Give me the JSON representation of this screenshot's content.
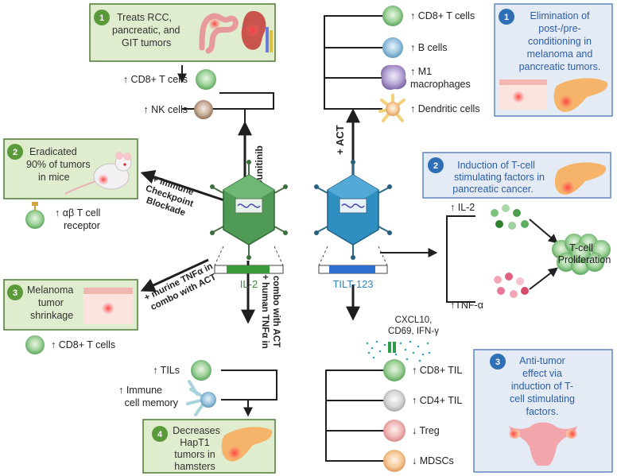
{
  "il2": {
    "name": "IL-2",
    "boxes": [
      {
        "num": "1",
        "lines": [
          "Treats RCC,",
          "pancreatic, and",
          "GIT tumors"
        ]
      },
      {
        "num": "2",
        "lines": [
          "Eradicated",
          "90% of tumors",
          "in mice"
        ]
      },
      {
        "num": "3",
        "lines": [
          "Melanoma",
          "tumor",
          "shrinkage"
        ]
      },
      {
        "num": "4",
        "lines": [
          "Decreases",
          "HapT1",
          "tumors in",
          "hamsters"
        ]
      }
    ],
    "arrows": {
      "sunitinib": "+ Sunitinib",
      "checkpoint": [
        "+ Immune",
        "Checkpoint",
        "Blockade"
      ],
      "murine": [
        "+ murine TNFα in",
        "combo with ACT"
      ],
      "human": [
        "+ human TNFα in",
        "combo with ACT"
      ]
    },
    "cells": {
      "cd8_top": "↑ CD8+ T cells",
      "nk": "↑ NK cells",
      "ab_line1": "↑ αβ T cell",
      "ab_line2": "receptor",
      "cd8_mid": "↑ CD8+ T cells",
      "tils": "↑ TILs",
      "memory_line1": "↑ Immune",
      "memory_line2": "cell memory"
    }
  },
  "tilt": {
    "name": "TILT-123",
    "act": "+ ACT",
    "boxes": [
      {
        "num": "1",
        "lines": [
          "Elimination of",
          "post-/pre-",
          "conditioning in",
          "melanoma and",
          "pancreatic tumors."
        ]
      },
      {
        "num": "2",
        "lines": [
          "Induction of T-cell",
          "stimulating factors in",
          "pancreatic cancer."
        ]
      },
      {
        "num": "3",
        "lines": [
          "Anti-tumor",
          "effect via",
          "induction of T-",
          "cell stimulating",
          "factors."
        ]
      }
    ],
    "top_cells": [
      "↑ CD8+ T cells",
      "↑ B cells",
      "↑ M1",
      "macrophages",
      "↑ Dendritic cells"
    ],
    "cytokines": {
      "il2": "↑ IL-2",
      "tnf": "↑TNF-α"
    },
    "proliferation": [
      "T-cell",
      "Proliferation"
    ],
    "secreted": [
      "CXCL10,",
      "CD69, IFN-γ"
    ],
    "bottom_cells": [
      "↑ CD8+ TIL",
      "↑ CD4+ TIL",
      "↓ Treg",
      "↓ MDSCs"
    ]
  },
  "colors": {
    "green_box_fill": "#dfeccd",
    "green_box_border": "#4e7a35",
    "green_num": "#5a9a3a",
    "blue_box_fill": "#e4ebf5",
    "blue_box_border": "#5f86c2",
    "blue_num": "#2f6fb5",
    "blue_text": "#2b5ea8",
    "il2_label": "#3d8a3d",
    "tilt_label": "#2a86c7"
  }
}
